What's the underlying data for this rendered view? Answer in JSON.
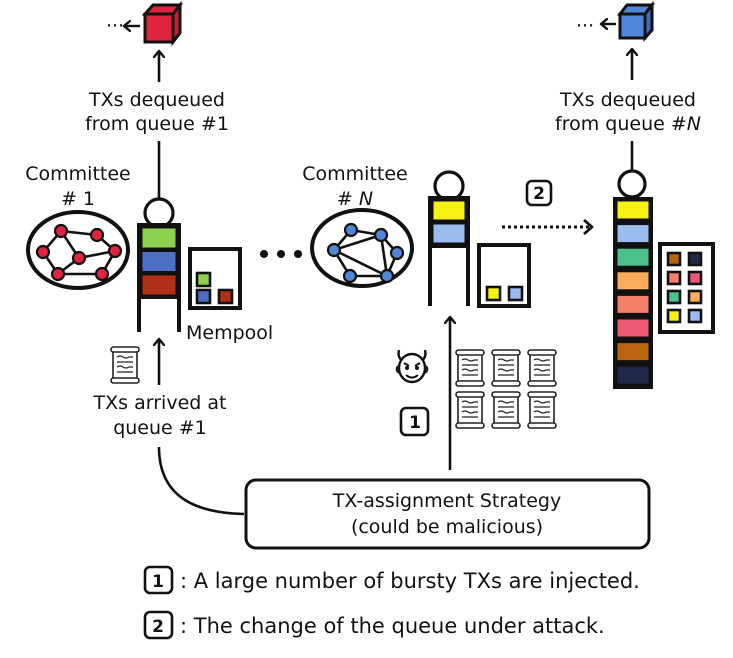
{
  "colors": {
    "stroke": "#111111",
    "committee1_node": "#e0243f",
    "committeeN_node": "#4f86d8",
    "block1": "#e0243f",
    "blockN": "#4f86d8"
  },
  "left": {
    "dequeue_label": [
      "TXs dequeued",
      "from queue #1"
    ],
    "committee_label": [
      "Committee",
      "# 1"
    ],
    "mempool_label": "Mempool",
    "arrive_label": [
      "TXs arrived at",
      "queue #1"
    ],
    "queue_items": [
      "#8ed14e",
      "#4f6fc4",
      "#b0301a"
    ],
    "mempool_items": [
      "#8ed14e",
      "#4f6fc4",
      "#b0301a"
    ],
    "ellipsis_prev": "···"
  },
  "middle": {
    "ellipsis": "• • •",
    "committee_label": [
      "Committee",
      "# N"
    ],
    "queue_items": [
      "#f7f013",
      "#9bbcef"
    ],
    "mempool_items": [
      "#f7f013",
      "#9bbcef"
    ]
  },
  "right": {
    "dequeue_label": [
      "TXs dequeued",
      "from queue #N"
    ],
    "queue_items": [
      "#f7f013",
      "#9bbcef",
      "#4cc28a",
      "#fbac5a",
      "#f47f6a",
      "#ec5a73",
      "#b9650d",
      "#1f2a4a"
    ],
    "mempool_items": [
      [
        "#b9650d",
        "#1f2a4a"
      ],
      [
        "#f47f6a",
        "#ec5a73"
      ],
      [
        "#4cc28a",
        "#fbac5a"
      ],
      [
        "#f7f013",
        "#9bbcef"
      ]
    ],
    "ellipsis_prev": "···"
  },
  "attack": {
    "badge1": "1",
    "badge2": "2",
    "attacker_icon": "devil-icon",
    "scroll_count": 6
  },
  "strategy_box": {
    "line1": "TX-assignment Strategy",
    "line2": "(could be malicious)"
  },
  "legend": [
    {
      "badge": "1",
      "text": ": A large number of bursty TXs are injected."
    },
    {
      "badge": "2",
      "text": ": The change of the queue under attack."
    }
  ]
}
